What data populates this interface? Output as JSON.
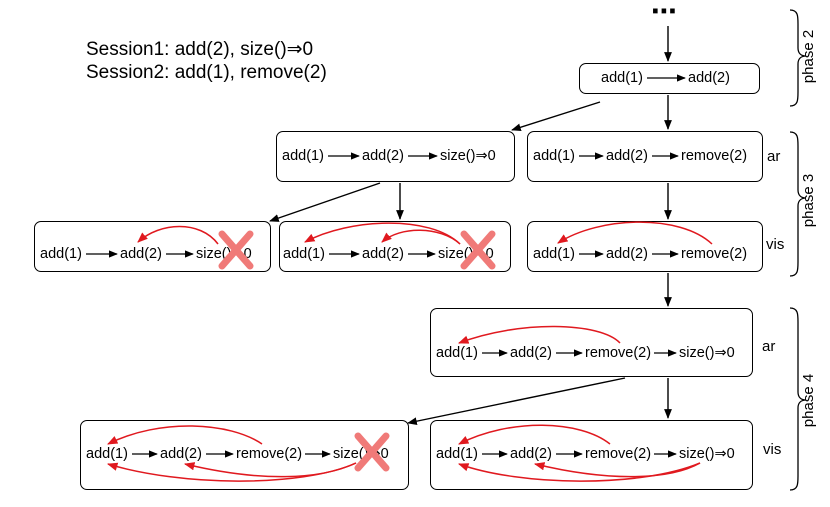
{
  "sessions": [
    "Session1: add(2), size()⇒0",
    "Session2: add(1), remove(2)"
  ],
  "ellipsis": "⋯",
  "phases": [
    "phase 2",
    "phase 3",
    "phase 4"
  ],
  "relation_labels": {
    "ar": "ar",
    "vis": "vis"
  },
  "ops": {
    "add1": "add(1)",
    "add2": "add(2)",
    "size0": "size()⇒0",
    "remove2": "remove(2)"
  },
  "colors": {
    "edge": "#000000",
    "vis_arc": "#e0191f",
    "cross": "#f07a78"
  },
  "icons": {
    "rejected": "cross-icon"
  }
}
